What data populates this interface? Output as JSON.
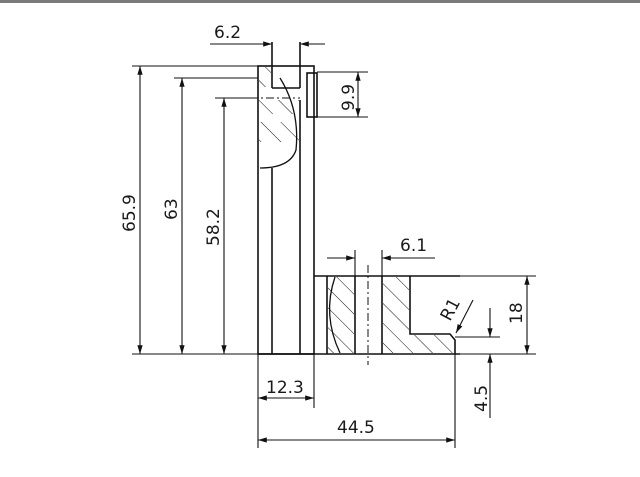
{
  "drawing": {
    "type": "engineering-section-view",
    "units": "mm",
    "line_color": "#111111",
    "frame_color": "#7a7a7a",
    "dimensions": {
      "top_slot_width": "6.2",
      "slot_height": "9.9",
      "overall_height": "65.9",
      "height_63": "63",
      "height_58_2": "58.2",
      "bore_width": "6.1",
      "flange_height": "18",
      "fillet_radius": "R1",
      "lip_height": "4.5",
      "wall_width": "12.3",
      "overall_width": "44.5"
    }
  }
}
